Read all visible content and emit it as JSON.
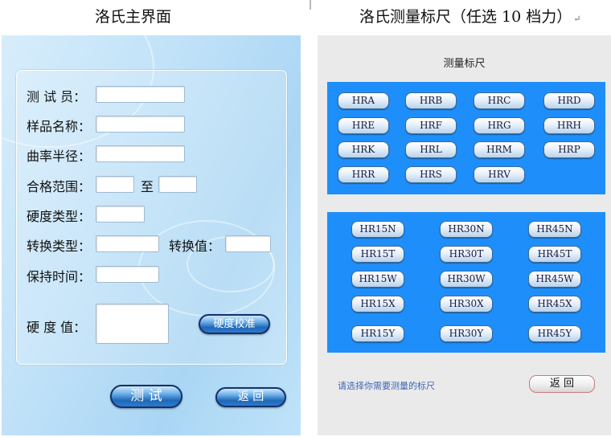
{
  "captions": {
    "left": "洛氏主界面",
    "right": "洛氏测量标尺（任选 10 档力）",
    "return_mark": "↵"
  },
  "main_screen": {
    "fields": {
      "tester": "测 试 员：",
      "sample_name": "样品名称：",
      "radius": "曲率半径：",
      "range": "合格范围：",
      "range_to": "至",
      "hardness_type": "硬度类型：",
      "convert_type": "转换类型：",
      "convert_value": "转换值：",
      "hold_time": "保持时间：",
      "hardness_value": "硬 度 值："
    },
    "calibrate_button": "硬度校准",
    "test_button": "测 试",
    "back_button": "返  回"
  },
  "scale_screen": {
    "title": "测量标尺",
    "standard_scales": [
      "HRA",
      "HRB",
      "HRC",
      "HRD",
      "HRE",
      "HRF",
      "HRG",
      "HRH",
      "HRK",
      "HRL",
      "HRM",
      "HRP",
      "HRR",
      "HRS",
      "HRV"
    ],
    "superficial_scales": [
      "HR15N",
      "HR30N",
      "HR45N",
      "HR15T",
      "HR30T",
      "HR45T",
      "HR15W",
      "HR30W",
      "HR45W",
      "HR15X",
      "HR30X",
      "HR45X",
      "HR15Y",
      "HR30Y",
      "HR45Y"
    ],
    "hint": "请选择你需要测量的标尺",
    "back_button": "返  回"
  },
  "colors": {
    "scale_panel_blue": "#1e8ffa",
    "left_background": "#bfe1f8",
    "button_dark_blue": "#1f68b8",
    "hint_text": "#3c66b8"
  }
}
